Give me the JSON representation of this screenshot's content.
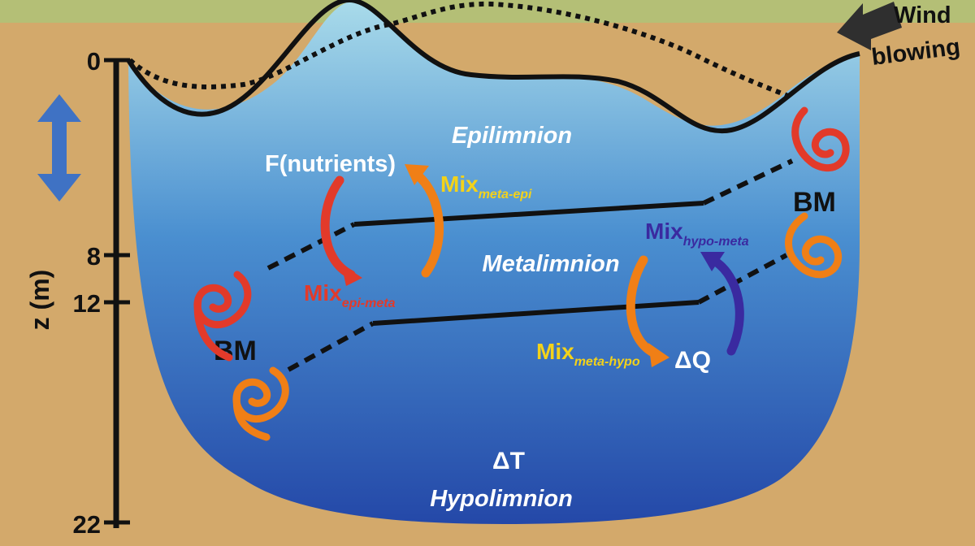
{
  "colors": {
    "soil": "#d3a96b",
    "grass": "#b4bf76",
    "water_top": "#a9dbea",
    "water_mid": "#4a8fd0",
    "water_bottom": "#2448a8",
    "red": "#e23a2a",
    "orange": "#f07f16",
    "yellow": "#f3d21a",
    "purple": "#3a2aa0",
    "blue_arrow": "#3f72c4",
    "black": "#111111"
  },
  "axis": {
    "title": "z (m)",
    "ticks": [
      "0",
      "8",
      "12",
      "22"
    ]
  },
  "labels": {
    "wind_line1": "Wind",
    "wind_line2": "blowing",
    "epilimnion": "Epilimnion",
    "metalimnion": "Metalimnion",
    "hypolimnion": "Hypolimnion",
    "nutrients": "F(nutrients)",
    "bm_right": "BM",
    "bm_left": "BM",
    "delta_t": "ΔT",
    "delta_q": "ΔQ"
  },
  "mixing": {
    "meta_epi": {
      "main": "Mix",
      "sub": "meta-epi"
    },
    "epi_meta": {
      "main": "Mix",
      "sub": "epi-meta"
    },
    "hypo_meta": {
      "main": "Mix",
      "sub": "hypo-meta"
    },
    "meta_hypo": {
      "main": "Mix",
      "sub": "meta-hypo"
    }
  },
  "icons": [
    "double-arrow-icon",
    "wind-arrow-icon",
    "spiral-eddy-icon",
    "curved-arrow-icon"
  ]
}
